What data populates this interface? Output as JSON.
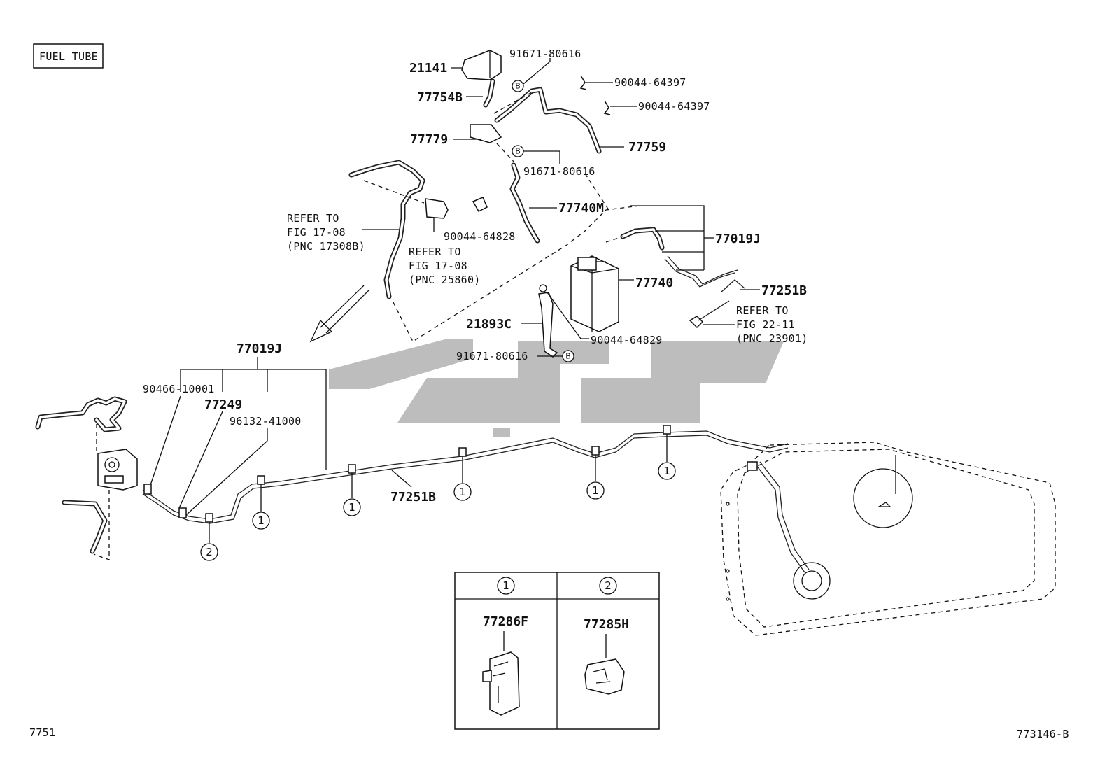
{
  "header": {
    "section_label": "FUEL TUBE"
  },
  "footer": {
    "page_code": "7751",
    "figure_code": "773146-B"
  },
  "callouts": {
    "c21141": "21141",
    "c91671_top": "91671-80616",
    "c90044_64397_a": "90044-64397",
    "c90044_64397_b": "90044-64397",
    "c77754B": "77754B",
    "c77779": "77779",
    "c77759": "77759",
    "c91671_mid": "91671-80616",
    "c77740M": "77740M",
    "c90044_64828": "90044-64828",
    "c77019J_right": "77019J",
    "c77740": "77740",
    "c77251B_right": "77251B",
    "c21893C": "21893C",
    "c90044_64829": "90044-64829",
    "c91671_low": "91671-80616",
    "c77019J_left": "77019J",
    "c90466": "90466-10001",
    "c77249": "77249",
    "c96132": "96132-41000",
    "c77251B_main": "77251B"
  },
  "refs": {
    "ref1": [
      "REFER TO",
      "FIG 17-08",
      "(PNC 17308B)"
    ],
    "ref2": [
      "REFER TO",
      "FIG 17-08",
      "(PNC 25860)"
    ],
    "ref3": [
      "REFER TO",
      "FIG 22-11",
      "(PNC 23901)"
    ]
  },
  "markers": {
    "one": "1",
    "two": "2",
    "bolt": "B"
  },
  "legend": {
    "col1": {
      "marker": "1",
      "part": "77286F"
    },
    "col2": {
      "marker": "2",
      "part": "77285H"
    }
  }
}
